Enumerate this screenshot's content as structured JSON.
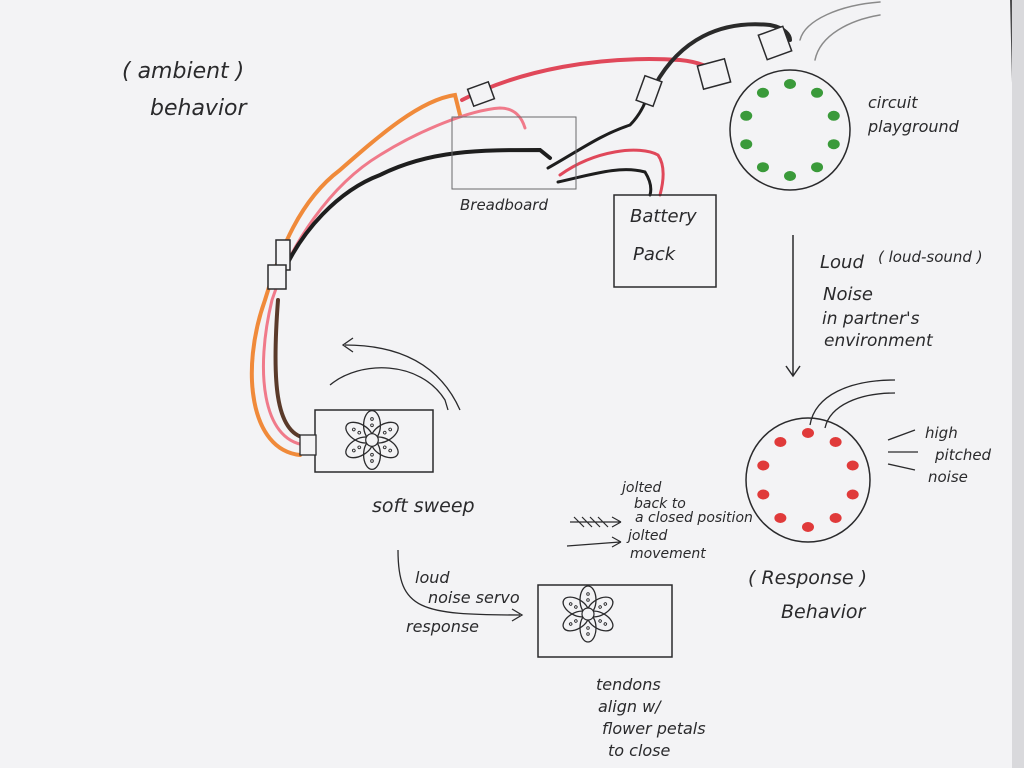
{
  "ambient": {
    "line1": "( ambient )",
    "line2": "behavior"
  },
  "breadboard": {
    "label": "Breadboard"
  },
  "battery": {
    "line1": "Battery",
    "line2": "Pack"
  },
  "circuit": {
    "line1": "circuit",
    "line2": "playground"
  },
  "loud": {
    "line1": "Loud",
    "paren": "( loud-sound )",
    "line2": "Noise",
    "line3": "in partner's",
    "line4": "environment"
  },
  "high": {
    "line1": "high",
    "line2": "pitched",
    "line3": "noise"
  },
  "response": {
    "line1": "( Response )",
    "line2": "Behavior"
  },
  "soft_sweep": {
    "label": "soft sweep"
  },
  "jolted": {
    "line1": "jolted",
    "line2": "back to",
    "line3": "a closed position",
    "line4": "jolted",
    "line5": "movement"
  },
  "loud_noise_servo": {
    "line1": "loud",
    "line2": "noise servo",
    "line3": "response"
  },
  "tendons": {
    "line1": "tendons",
    "line2": "align w/",
    "line3": "flower petals",
    "line4": "to close"
  },
  "colors": {
    "paper": "#f3f3f5",
    "ink": "#2a2a2c",
    "wire_red": "#e0485a",
    "wire_pink": "#f07a8a",
    "wire_orange": "#f08a3a",
    "wire_black": "#1e1e1e",
    "wire_brown": "#5a3a2a",
    "led_green": "#3a9a3a",
    "led_red": "#e03a3a"
  }
}
